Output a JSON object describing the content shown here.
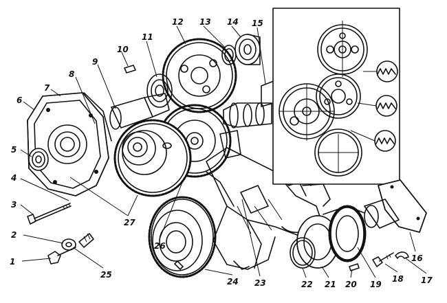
{
  "callouts": [
    {
      "id": "1",
      "text": "1"
    },
    {
      "id": "2",
      "text": "2"
    },
    {
      "id": "3",
      "text": "3"
    },
    {
      "id": "4",
      "text": "4"
    },
    {
      "id": "5",
      "text": "5"
    },
    {
      "id": "6",
      "text": "6"
    },
    {
      "id": "7",
      "text": "7"
    },
    {
      "id": "8",
      "text": "8"
    },
    {
      "id": "9",
      "text": "9"
    },
    {
      "id": "10",
      "text": "10"
    },
    {
      "id": "11",
      "text": "11"
    },
    {
      "id": "12",
      "text": "12"
    },
    {
      "id": "13",
      "text": "13"
    },
    {
      "id": "14",
      "text": "14"
    },
    {
      "id": "15",
      "text": "15"
    },
    {
      "id": "16",
      "text": "16"
    },
    {
      "id": "17",
      "text": "17"
    },
    {
      "id": "18",
      "text": "18"
    },
    {
      "id": "19",
      "text": "19"
    },
    {
      "id": "20",
      "text": "20"
    },
    {
      "id": "21",
      "text": "21"
    },
    {
      "id": "22",
      "text": "22"
    },
    {
      "id": "23",
      "text": "23"
    },
    {
      "id": "24",
      "text": "24"
    },
    {
      "id": "25",
      "text": "25"
    },
    {
      "id": "26",
      "text": "26"
    },
    {
      "id": "27",
      "text": "27"
    }
  ]
}
